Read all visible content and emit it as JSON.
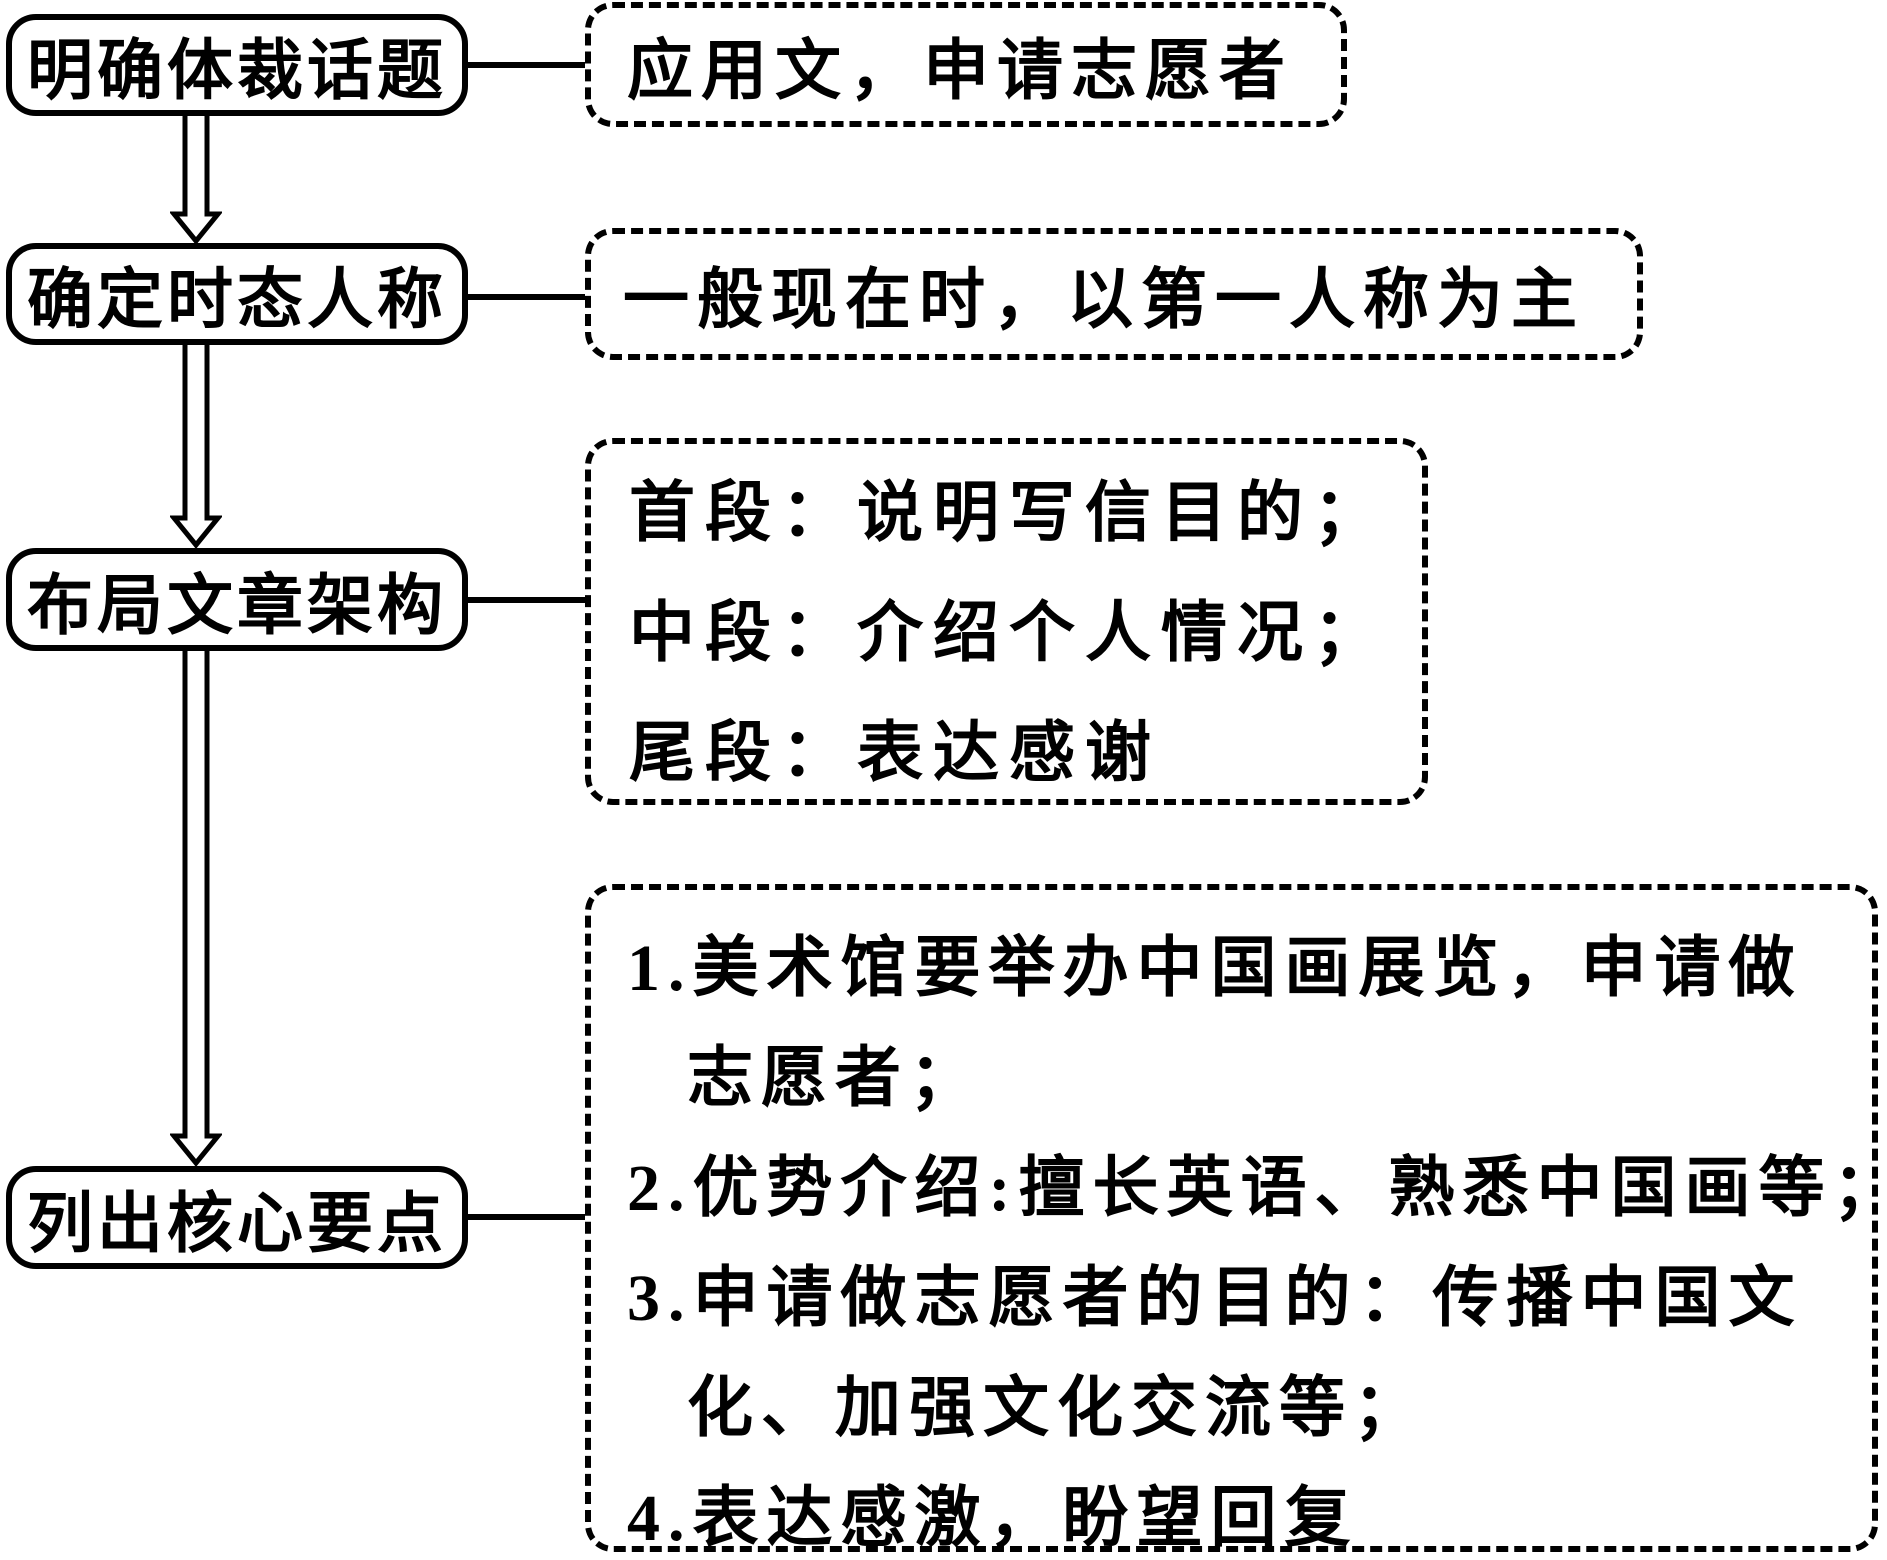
{
  "flow": {
    "colors": {
      "ink": "#000000",
      "background": "#ffffff"
    },
    "steps": [
      {
        "label": "明确体裁话题",
        "note": "应用文，申请志愿者"
      },
      {
        "label": "确定时态人称",
        "note": "一般现在时，以第一人称为主"
      },
      {
        "label": "布局文章架构",
        "note_lines": [
          "首段：说明写信目的；",
          "中段：介绍个人情况；",
          "尾段：表达感谢"
        ]
      },
      {
        "label": "列出核心要点",
        "note_lines": [
          "1.美术馆要举办中国画展览，申请做",
          "志愿者；",
          "2.优势介绍:擅长英语、熟悉中国画等；",
          "3.申请做志愿者的目的：传播中国文",
          "化、加强文化交流等；",
          "4.表达感激，盼望回复"
        ]
      }
    ]
  }
}
